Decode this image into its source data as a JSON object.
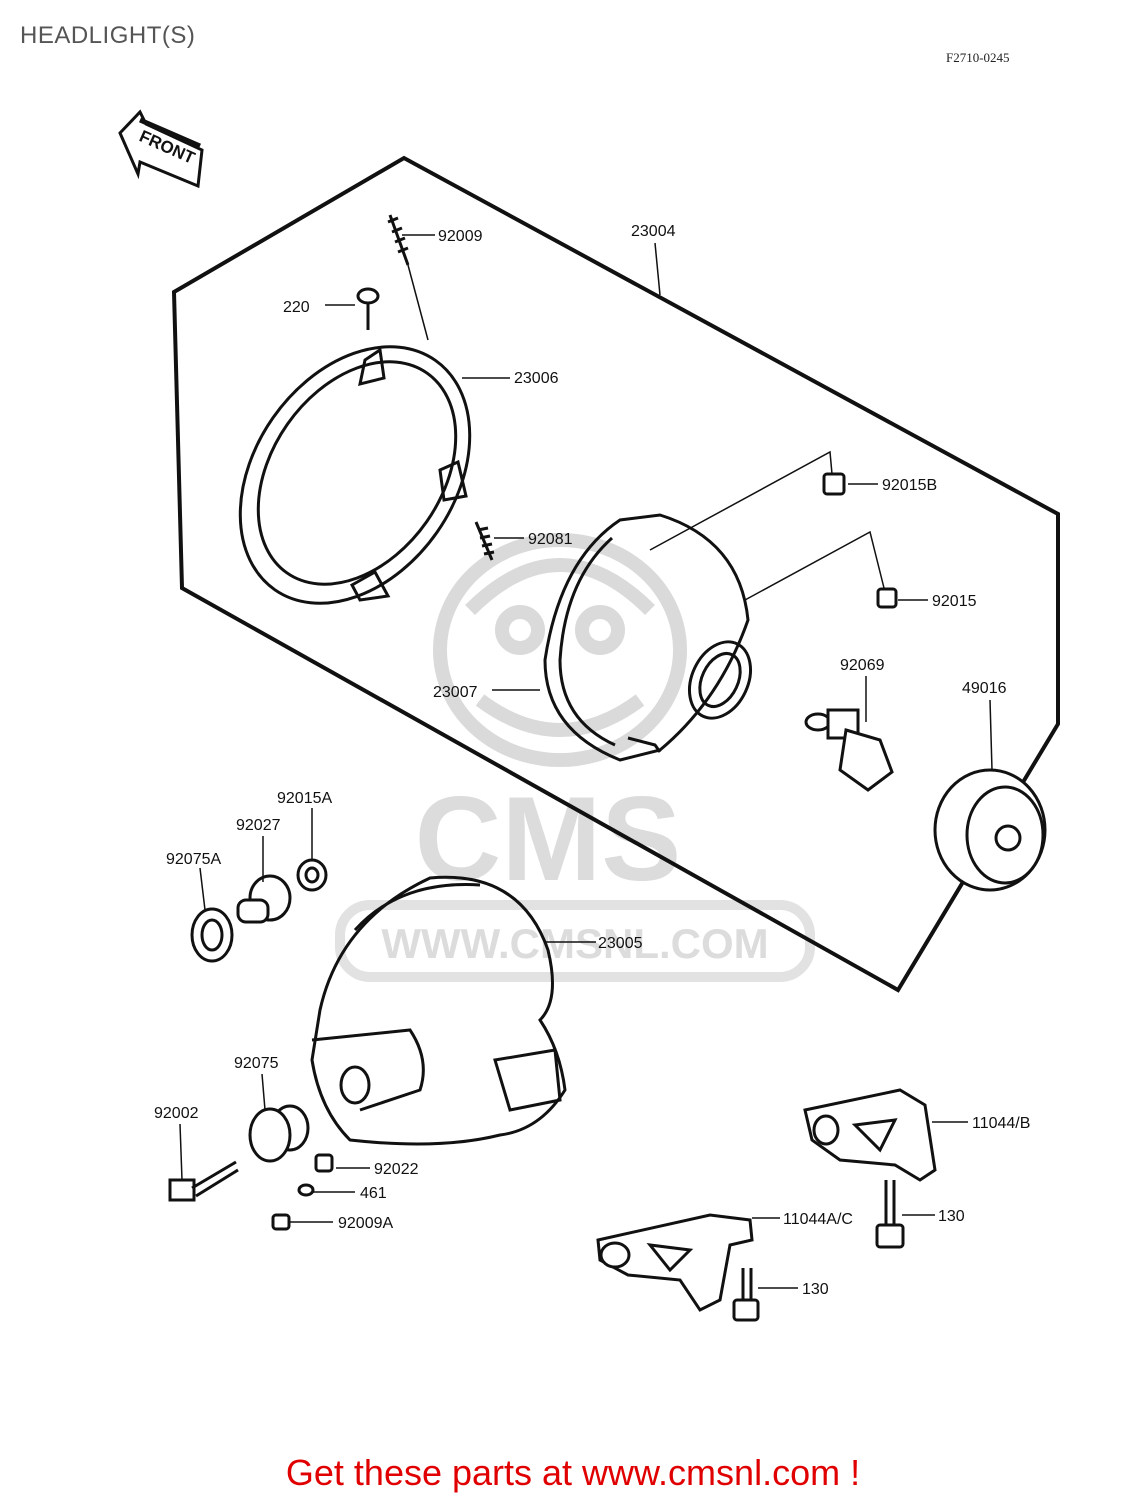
{
  "header": {
    "title": "HEADLIGHT(S)",
    "diagram_code": "F2710-0245"
  },
  "front_arrow": {
    "label": "FRONT"
  },
  "watermark": {
    "brand": "CMS",
    "url": "WWW.CMSNL.COM",
    "icon": "cms-mascot-logo"
  },
  "parts": [
    {
      "id": "p-23004",
      "number": "23004"
    },
    {
      "id": "p-92009",
      "number": "92009"
    },
    {
      "id": "p-220",
      "number": "220"
    },
    {
      "id": "p-23006",
      "number": "23006"
    },
    {
      "id": "p-92015B",
      "number": "92015B"
    },
    {
      "id": "p-92081",
      "number": "92081"
    },
    {
      "id": "p-92015",
      "number": "92015"
    },
    {
      "id": "p-92069",
      "number": "92069"
    },
    {
      "id": "p-49016",
      "number": "49016"
    },
    {
      "id": "p-23007",
      "number": "23007"
    },
    {
      "id": "p-92015A",
      "number": "92015A"
    },
    {
      "id": "p-92027",
      "number": "92027"
    },
    {
      "id": "p-92075A",
      "number": "92075A"
    },
    {
      "id": "p-23005",
      "number": "23005"
    },
    {
      "id": "p-92075",
      "number": "92075"
    },
    {
      "id": "p-92002",
      "number": "92002"
    },
    {
      "id": "p-92022",
      "number": "92022"
    },
    {
      "id": "p-461",
      "number": "461"
    },
    {
      "id": "p-92009A",
      "number": "92009A"
    },
    {
      "id": "p-11044B",
      "number": "11044/B"
    },
    {
      "id": "p-130a",
      "number": "130"
    },
    {
      "id": "p-11044AC",
      "number": "11044A/C"
    },
    {
      "id": "p-130b",
      "number": "130"
    }
  ],
  "footer": {
    "text": "Get these parts at www.cmsnl.com !"
  },
  "colors": {
    "ink": "#111111",
    "watermark": "#d8d8d8",
    "footer": "#e00000",
    "title": "#555555"
  }
}
